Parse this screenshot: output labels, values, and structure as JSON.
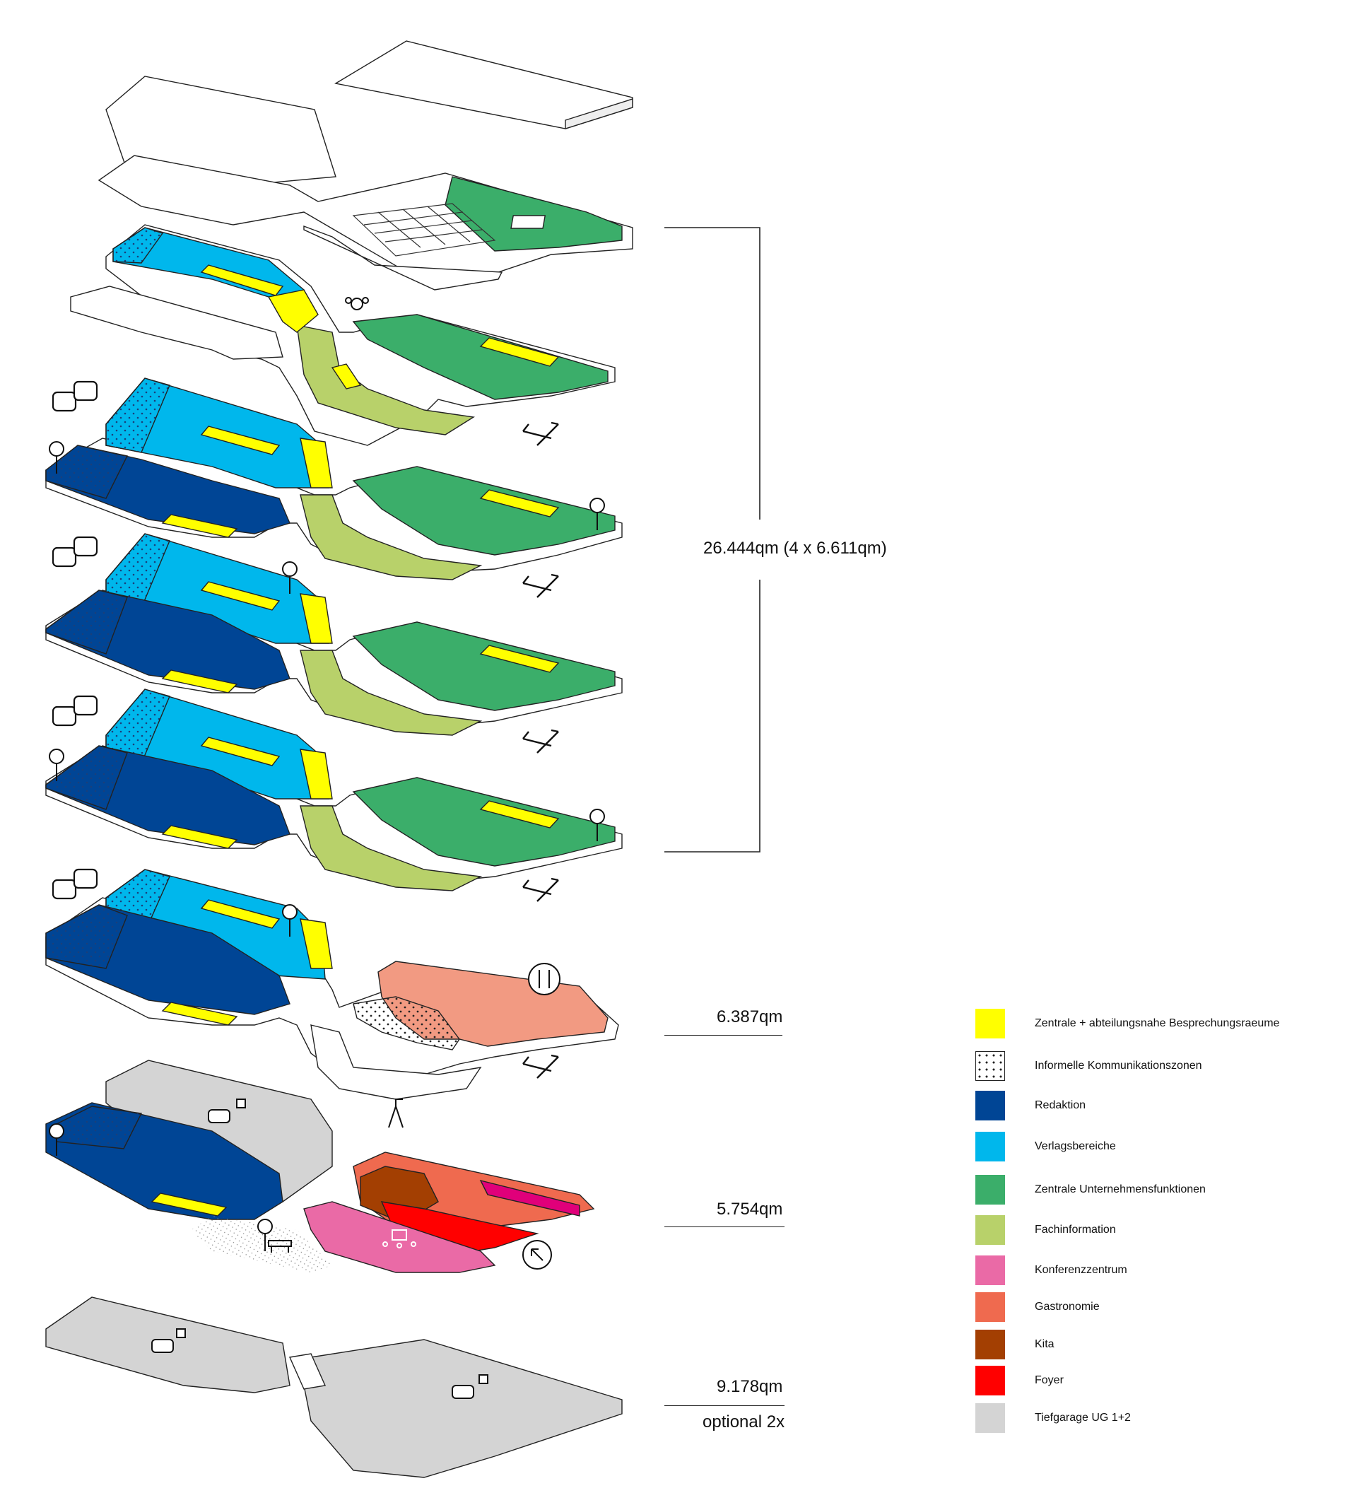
{
  "areas": {
    "upper_total": "26.444qm  (4 x 6.611qm)",
    "ground": "6.387qm",
    "ug1": "5.754qm",
    "ug2": "9.178qm",
    "ug2_note": "optional 2x"
  },
  "legend": [
    {
      "label": "Zentrale + abteilungsnahe Besprechungsraeume",
      "color": "#ffff00",
      "pattern": "none"
    },
    {
      "label": "Informelle Kommunikationszonen",
      "color": "#ffffff",
      "pattern": "dots"
    },
    {
      "label": "Redaktion",
      "color": "#004595",
      "pattern": "none"
    },
    {
      "label": "Verlagsbereiche",
      "color": "#00b7ec",
      "pattern": "none"
    },
    {
      "label": "Zentrale Unternehmensfunktionen",
      "color": "#3bae6a",
      "pattern": "none"
    },
    {
      "label": "Fachinformation",
      "color": "#b8d16a",
      "pattern": "none"
    },
    {
      "label": "Konferenzzentrum",
      "color": "#ea6aa6",
      "pattern": "none"
    },
    {
      "label": "Gastronomie",
      "color": "#ef6a4f",
      "pattern": "none"
    },
    {
      "label": "Kita",
      "color": "#a33f02",
      "pattern": "none"
    },
    {
      "label": "Foyer",
      "color": "#ff0000",
      "pattern": "none"
    },
    {
      "label": "Tiefgarage UG 1+2",
      "color": "#d4d4d4",
      "pattern": "none"
    }
  ],
  "colors": {
    "meeting": "#ffff00",
    "redaktion": "#004595",
    "verlag": "#00b7ec",
    "zentral": "#3bae6a",
    "fach": "#b8d16a",
    "konferenz": "#ea6aa6",
    "gastro": "#ef6a4f",
    "gastro_light": "#f29a82",
    "kita": "#a33f02",
    "foyer": "#ff0000",
    "magenta": "#e0007a",
    "garage": "#d4d4d4",
    "frame": "#f2f2f2",
    "line": "#222222"
  },
  "icons": [
    "roof-icon",
    "meeting-people-icon",
    "speech-bubbles-icon",
    "tree-icon",
    "circulation-arrows-icon",
    "restaurant-icon",
    "car-parking-icon",
    "playground-icon",
    "entrance-arrow-icon",
    "bench-icon",
    "conference-icon"
  ]
}
